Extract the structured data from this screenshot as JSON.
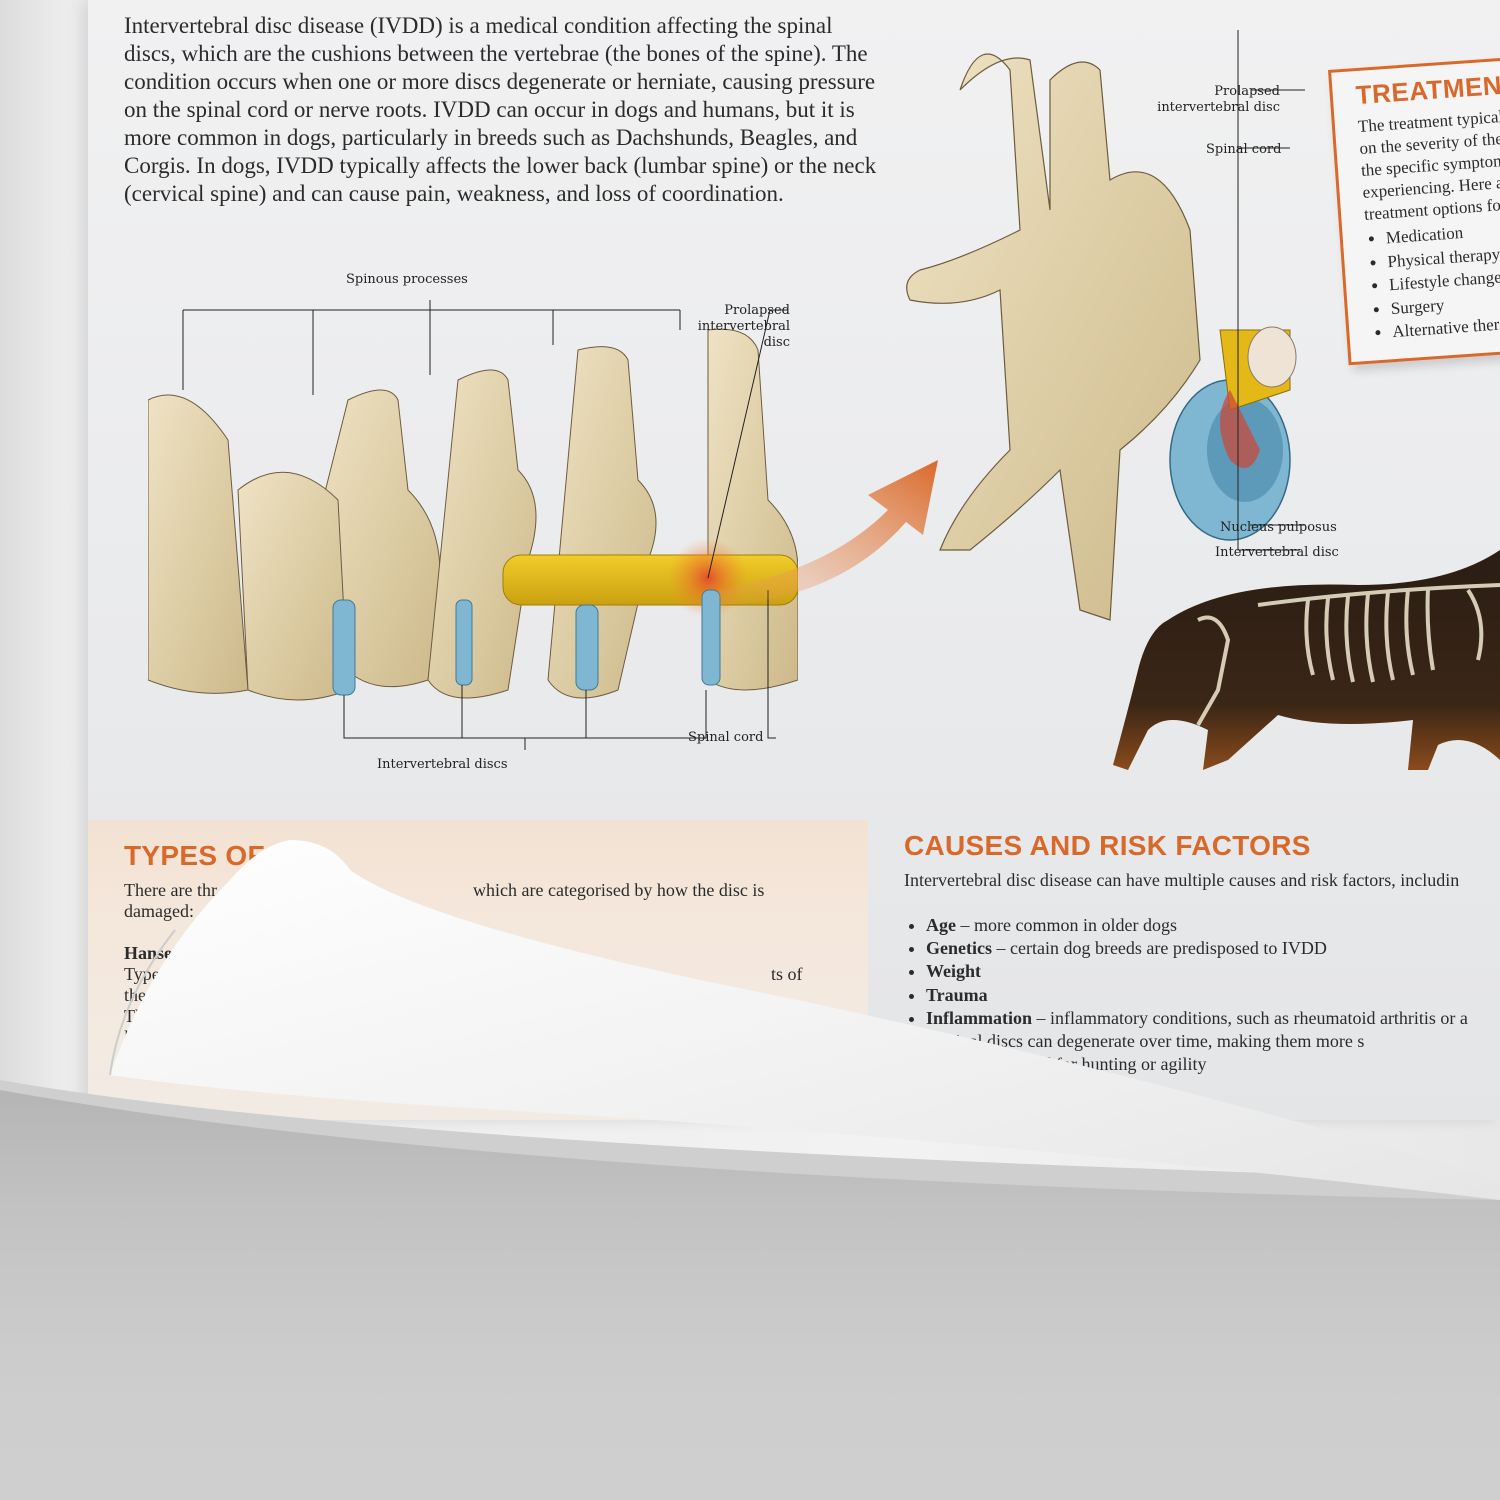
{
  "intro": "Intervertebral disc disease (IVDD) is a medical condition affecting the spinal discs, which are the cushions between the vertebrae (the bones of the spine). The condition occurs when one or more discs degenerate or herniate, causing pressure on the spinal cord or nerve roots. IVDD can occur in dogs and humans, but it is more common in dogs, particularly in breeds such as Dachshunds, Beagles, and Corgis. In dogs, IVDD typically affects the lower back (lumbar spine) or the neck (cervical spine) and can cause pain, weakness, and loss of coordination.",
  "figure1": {
    "label_spinous": "Spinous processes",
    "label_prolapsed_1": "Prolapsed",
    "label_prolapsed_2": "intervertebral",
    "label_prolapsed_3": "disc",
    "label_spinal_cord": "Spinal cord",
    "label_discs": "Intervertebral discs"
  },
  "figure2": {
    "label_prolapsed_1": "Prolapsed",
    "label_prolapsed_2": "intervertebral disc",
    "label_spinal_cord": "Spinal cord",
    "label_nucleus": "Nucleus pulposus",
    "label_disc": "Intervertebral disc"
  },
  "treatment": {
    "title": "TREATMENT",
    "line1": "The treatment typical",
    "line2": "on the severity of the",
    "line3": "the specific symptom",
    "line4": "experiencing. Here ar",
    "line5": "treatment options fo",
    "items": [
      "Medication",
      "Physical therapy",
      "Lifestyle changes",
      "Surgery",
      "Alternative thera"
    ]
  },
  "types": {
    "title_visible": "TYPES OF",
    "line1_left": "There are thr",
    "line1_right": "which are categorised by how the disc is",
    "line2": "damaged:",
    "sub": "Hansen",
    "l3": "Type I",
    "l3_right": "ts of",
    "l4": "the v",
    "l5": "Thi",
    "l6": "l"
  },
  "causes": {
    "title": "CAUSES AND RISK FACTORS",
    "intro": "Intervertebral disc disease can have multiple causes and risk factors, includin",
    "items": [
      {
        "term": "Age",
        "desc": " – more common in older dogs"
      },
      {
        "term": "Genetics",
        "desc": " – certain dog breeds are predisposed to IVDD"
      },
      {
        "term": "Weight",
        "desc": ""
      },
      {
        "term": "Trauma",
        "desc": ""
      },
      {
        "term": "Inflammation",
        "desc": " – inflammatory conditions, such as rheumatoid arthritis or a"
      },
      {
        "term": "",
        "desc": " – spinal discs can degenerate over time, making them more s"
      },
      {
        "term": "",
        "desc": ""
      },
      {
        "term": "",
        "desc": "uch as those used for hunting or agility"
      }
    ]
  },
  "colors": {
    "accent": "#d9692a",
    "bone": "#e6d6b0",
    "cord": "#e3b817",
    "disc": "#7fb6d1"
  }
}
